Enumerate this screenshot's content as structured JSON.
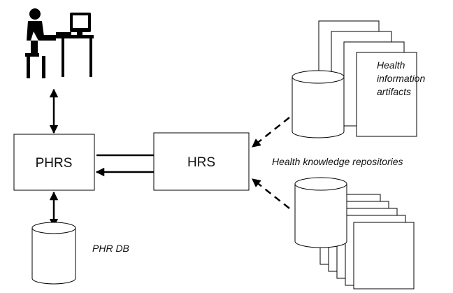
{
  "nodes": {
    "phrs": {
      "label": "PHRS"
    },
    "hrs": {
      "label": "HRS"
    },
    "phr_db": {
      "label": "PHR DB"
    },
    "knowledge_repositories": {
      "label": "Health knowledge repositories"
    },
    "artifacts": {
      "lines": [
        "Health",
        "information",
        "artifacts"
      ]
    }
  },
  "icons": {
    "user": "user-at-computer-icon",
    "database": "database-cylinder-icon",
    "document": "document-stack-icon"
  },
  "colors": {
    "stroke": "#000000",
    "fill": "#ffffff",
    "text": "#111111"
  }
}
